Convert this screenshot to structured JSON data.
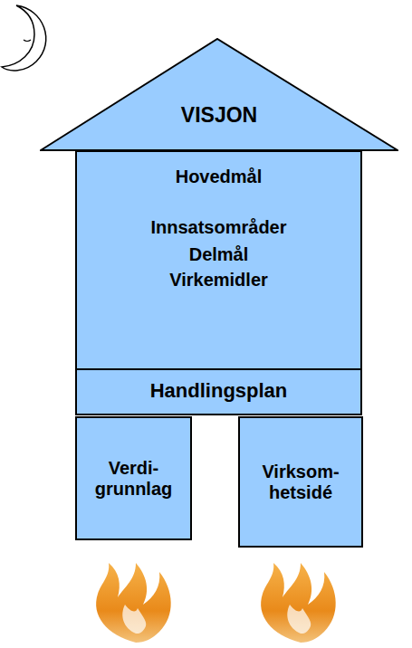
{
  "diagram": {
    "nodes": [
      {
        "text": [
          "VISJON"
        ]
      },
      {
        "text": [
          "Hovedmål",
          "Innsatsområder",
          "Delmål",
          "Virkemidler"
        ]
      },
      {
        "text": [
          "Handlingsplan"
        ]
      },
      {
        "text": [
          "Verdi- grunnlag"
        ]
      },
      {
        "text": [
          "Virksom- hetsidé"
        ]
      }
    ]
  }
}
